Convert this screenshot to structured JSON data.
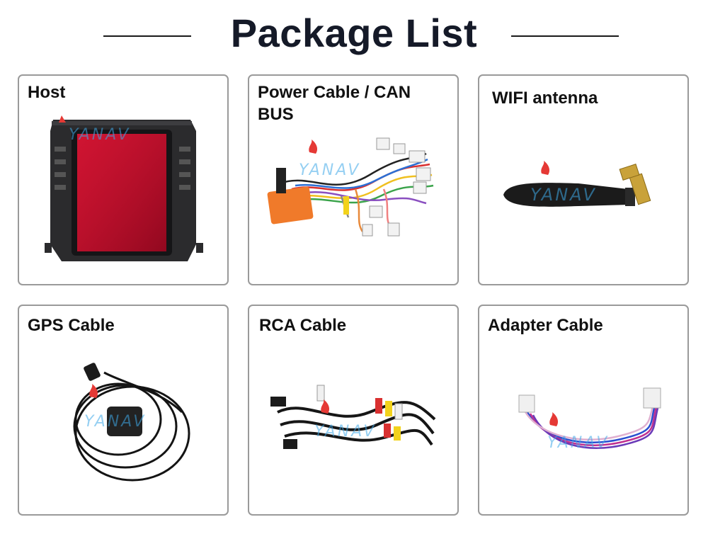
{
  "header": {
    "title": "Package List"
  },
  "items": [
    {
      "label": "Host"
    },
    {
      "label": "Power Cable / CAN BUS"
    },
    {
      "label": "WIFI antenna"
    },
    {
      "label": "GPS Cable"
    },
    {
      "label": "RCA Cable"
    },
    {
      "label": "Adapter Cable"
    }
  ],
  "watermark": "YANAV",
  "colors": {
    "title": "#151a28",
    "border": "#9a9a9a",
    "watermark": "#3fa9e8",
    "can_box": "#f07a2a",
    "antenna_connector": "#c9a23a"
  }
}
